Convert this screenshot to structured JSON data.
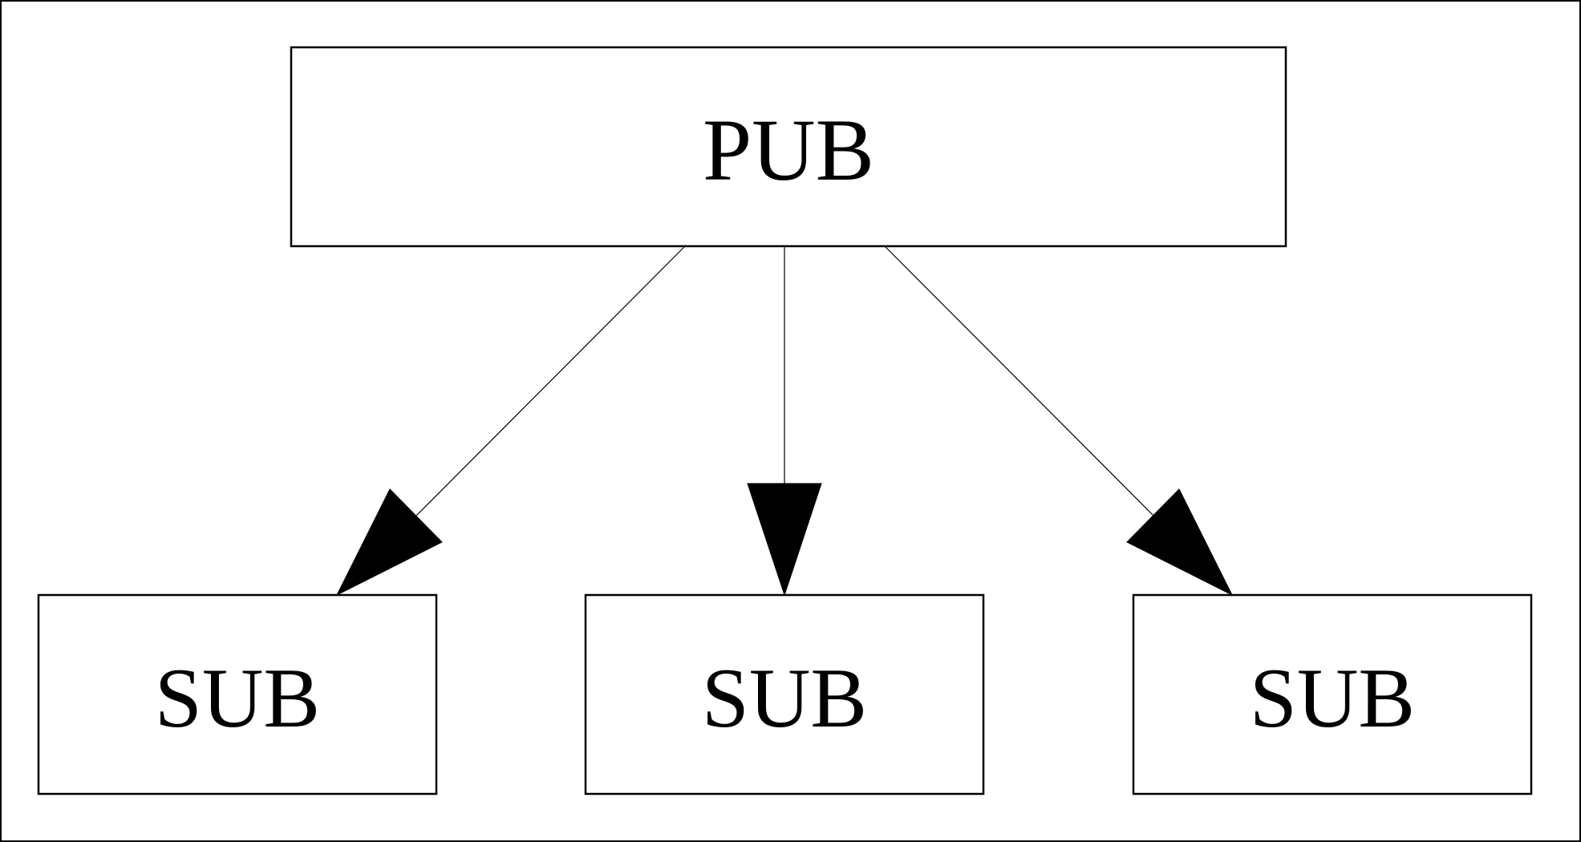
{
  "nodes": {
    "pub": {
      "label": "PUB"
    },
    "sub_left": {
      "label": "SUB"
    },
    "sub_center": {
      "label": "SUB"
    },
    "sub_right": {
      "label": "SUB"
    }
  },
  "edges": [
    {
      "from": "pub",
      "to": "sub_left"
    },
    {
      "from": "pub",
      "to": "sub_center"
    },
    {
      "from": "pub",
      "to": "sub_right"
    }
  ],
  "colors": {
    "stroke": "#000000",
    "fill": "#ffffff"
  }
}
